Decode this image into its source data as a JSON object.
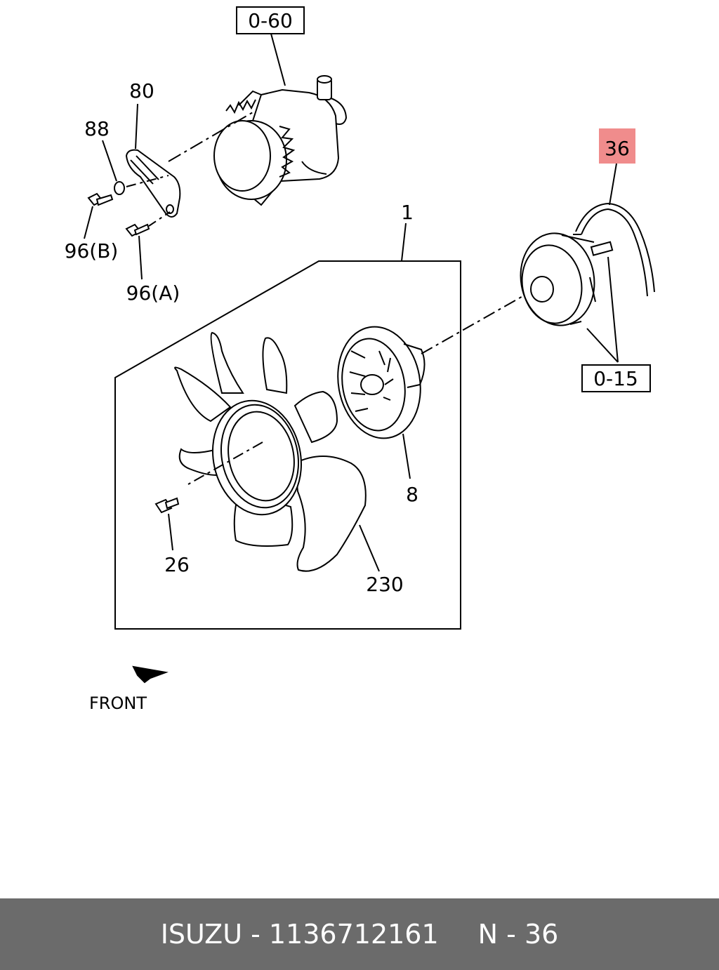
{
  "callouts": {
    "ref_0_60": "0-60",
    "ref_0_15": "0-15",
    "part_80": "80",
    "part_88": "88",
    "part_96b": "96(B)",
    "part_96a": "96(A)",
    "part_1": "1",
    "part_36": "36",
    "part_8": "8",
    "part_26": "26",
    "part_230": "230"
  },
  "front_label": "FRONT",
  "highlight_color": "#f08c8c",
  "footer": {
    "left": "ISUZU - 1136712161",
    "right": "N - 36"
  }
}
